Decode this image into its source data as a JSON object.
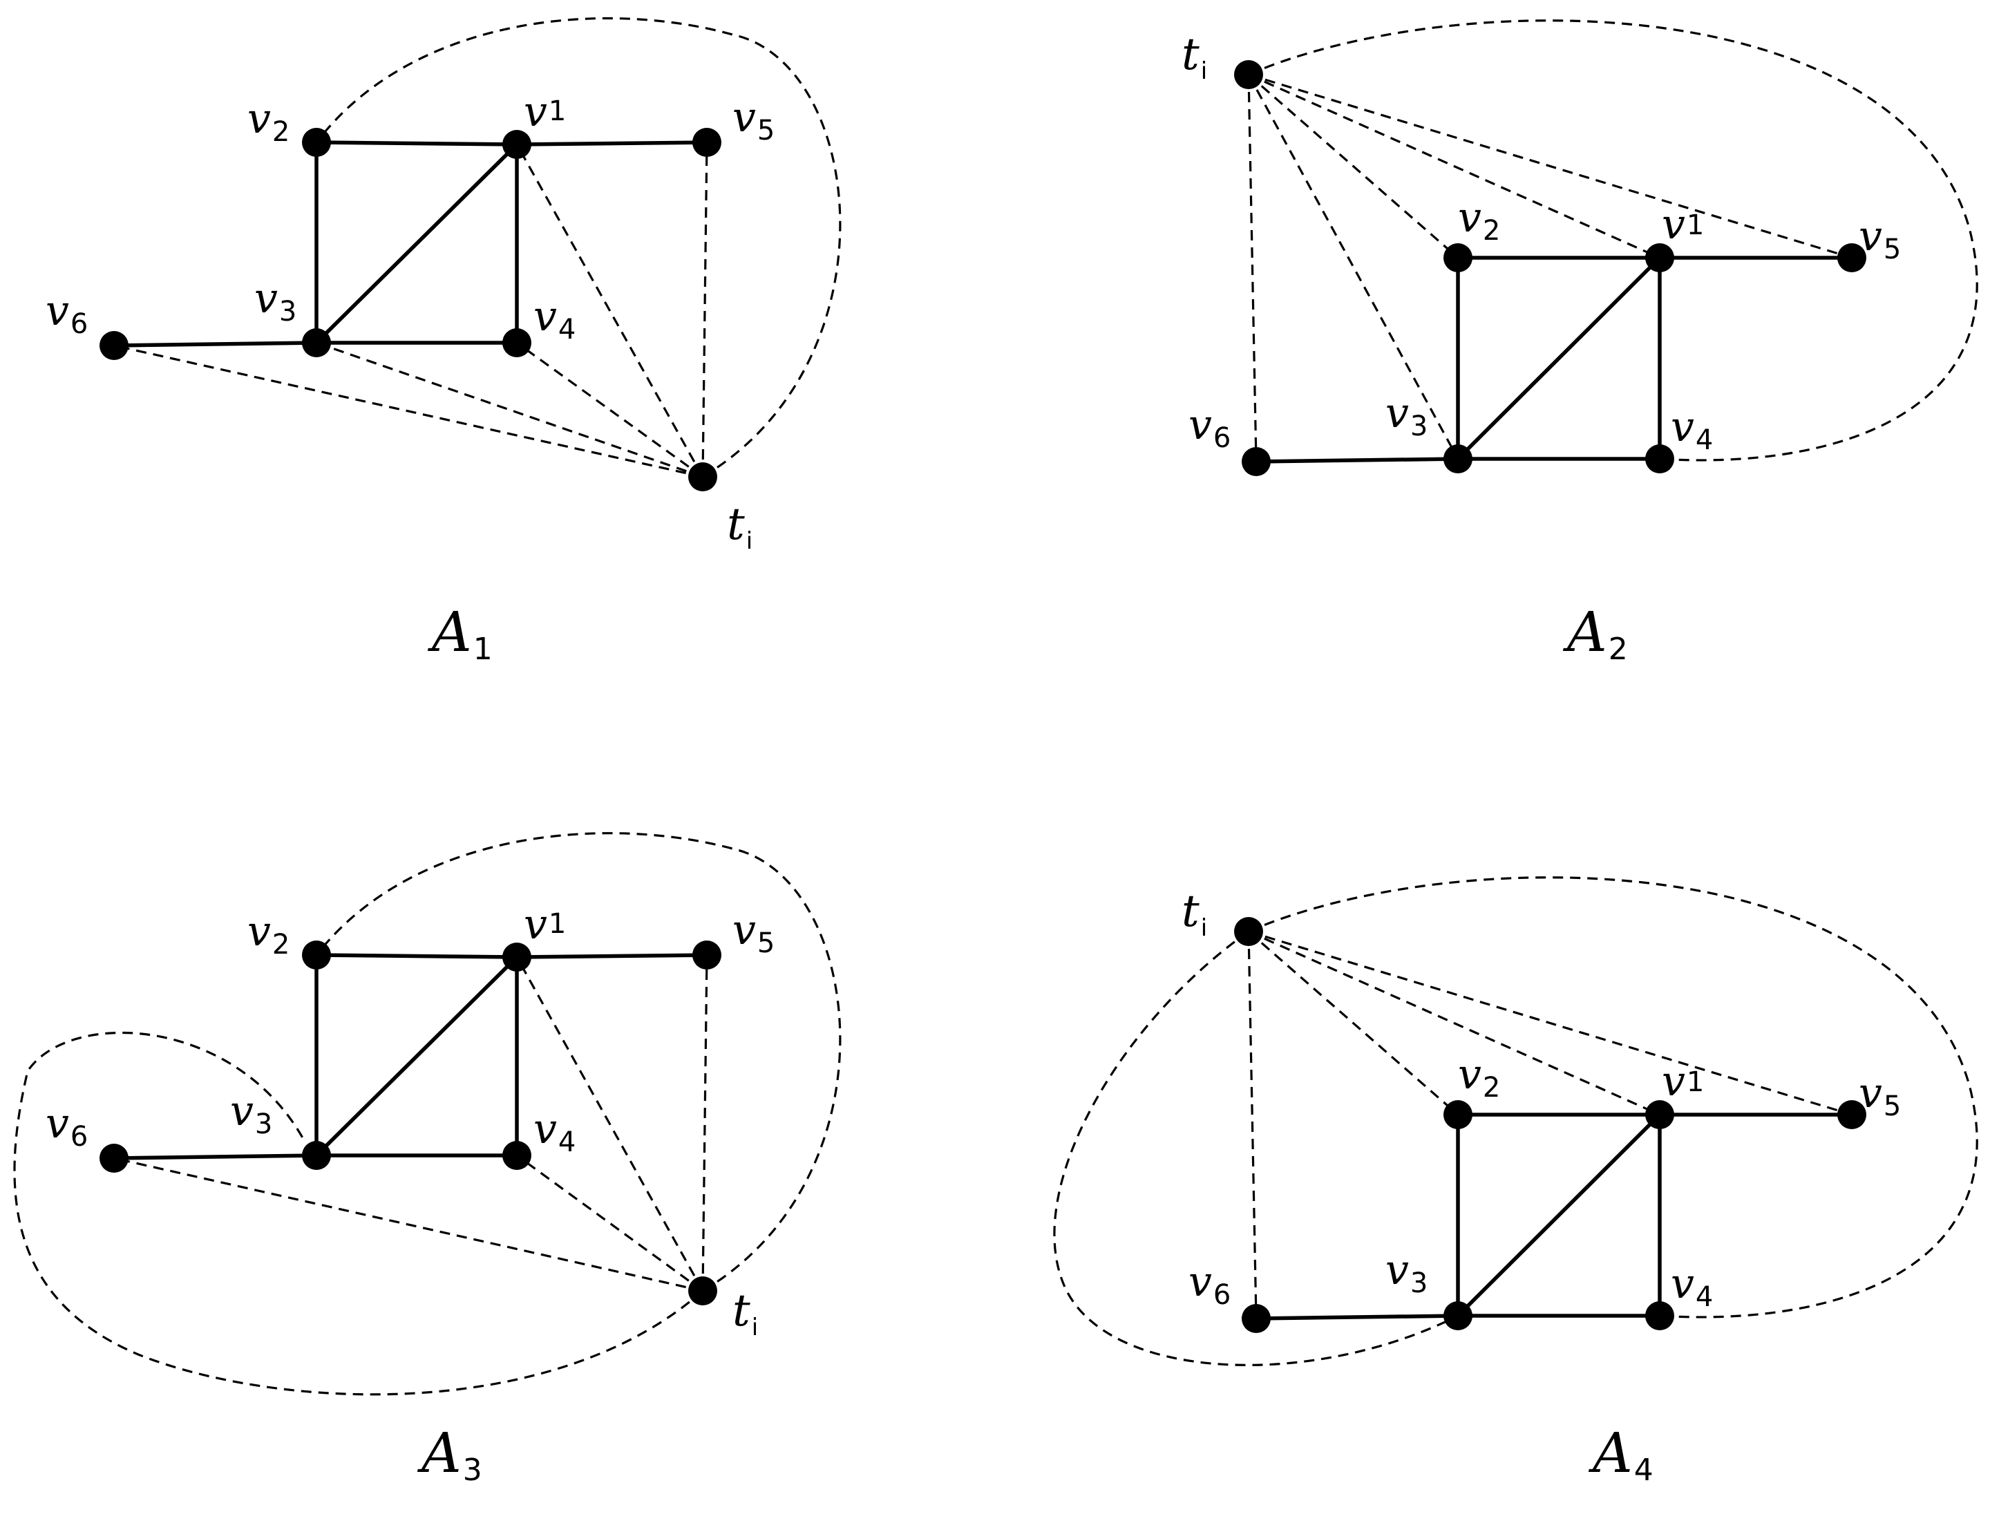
{
  "panels": [
    {
      "id": "A1",
      "caption": {
        "letter": "A",
        "sub": "1"
      },
      "labels": {
        "v1": {
          "name": "v",
          "sub": "1"
        },
        "v2": {
          "name": "v",
          "sub": "2"
        },
        "v3": {
          "name": "v",
          "sub": "3"
        },
        "v4": {
          "name": "v",
          "sub": "4"
        },
        "v5": {
          "name": "v",
          "sub": "5"
        },
        "v6": {
          "name": "v",
          "sub": "6"
        },
        "t": {
          "name": "t",
          "sub": "i"
        }
      }
    },
    {
      "id": "A2",
      "caption": {
        "letter": "A",
        "sub": "2"
      },
      "labels": {
        "v1": {
          "name": "v",
          "sub": "1"
        },
        "v2": {
          "name": "v",
          "sub": "2"
        },
        "v3": {
          "name": "v",
          "sub": "3"
        },
        "v4": {
          "name": "v",
          "sub": "4"
        },
        "v5": {
          "name": "v",
          "sub": "5"
        },
        "v6": {
          "name": "v",
          "sub": "6"
        },
        "t": {
          "name": "t",
          "sub": "i"
        }
      }
    },
    {
      "id": "A3",
      "caption": {
        "letter": "A",
        "sub": "3"
      },
      "labels": {
        "v1": {
          "name": "v",
          "sub": "1"
        },
        "v2": {
          "name": "v",
          "sub": "2"
        },
        "v3": {
          "name": "v",
          "sub": "3"
        },
        "v4": {
          "name": "v",
          "sub": "4"
        },
        "v5": {
          "name": "v",
          "sub": "5"
        },
        "v6": {
          "name": "v",
          "sub": "6"
        },
        "t": {
          "name": "t",
          "sub": "i"
        }
      }
    },
    {
      "id": "A4",
      "caption": {
        "letter": "A",
        "sub": "4"
      },
      "labels": {
        "v1": {
          "name": "v",
          "sub": "1"
        },
        "v2": {
          "name": "v",
          "sub": "2"
        },
        "v3": {
          "name": "v",
          "sub": "3"
        },
        "v4": {
          "name": "v",
          "sub": "4"
        },
        "v5": {
          "name": "v",
          "sub": "5"
        },
        "v6": {
          "name": "v",
          "sub": "6"
        },
        "t": {
          "name": "t",
          "sub": "i"
        }
      }
    }
  ],
  "solid_edges": [
    [
      "v2",
      "v1"
    ],
    [
      "v1",
      "v5"
    ],
    [
      "v2",
      "v3"
    ],
    [
      "v3",
      "v1"
    ],
    [
      "v1",
      "v4"
    ],
    [
      "v6",
      "v3"
    ],
    [
      "v3",
      "v4"
    ]
  ],
  "dashed_edges": {
    "A1": [
      [
        "t",
        "v1"
      ],
      [
        "t",
        "v4"
      ],
      [
        "t",
        "v5"
      ],
      [
        "t",
        "v3"
      ],
      [
        "t",
        "v6"
      ],
      [
        "t",
        "v2"
      ]
    ],
    "A2": [
      [
        "t",
        "v6"
      ],
      [
        "t",
        "v3"
      ],
      [
        "t",
        "v2"
      ],
      [
        "t",
        "v1"
      ],
      [
        "t",
        "v5"
      ],
      [
        "t",
        "v4"
      ]
    ],
    "A3": [
      [
        "t",
        "v1"
      ],
      [
        "t",
        "v4"
      ],
      [
        "t",
        "v5"
      ],
      [
        "t",
        "v6"
      ],
      [
        "t",
        "v2"
      ],
      [
        "t",
        "v3"
      ]
    ],
    "A4": [
      [
        "t",
        "v6"
      ],
      [
        "t",
        "v2"
      ],
      [
        "t",
        "v1"
      ],
      [
        "t",
        "v5"
      ],
      [
        "t",
        "v4"
      ],
      [
        "t",
        "v3"
      ]
    ]
  }
}
